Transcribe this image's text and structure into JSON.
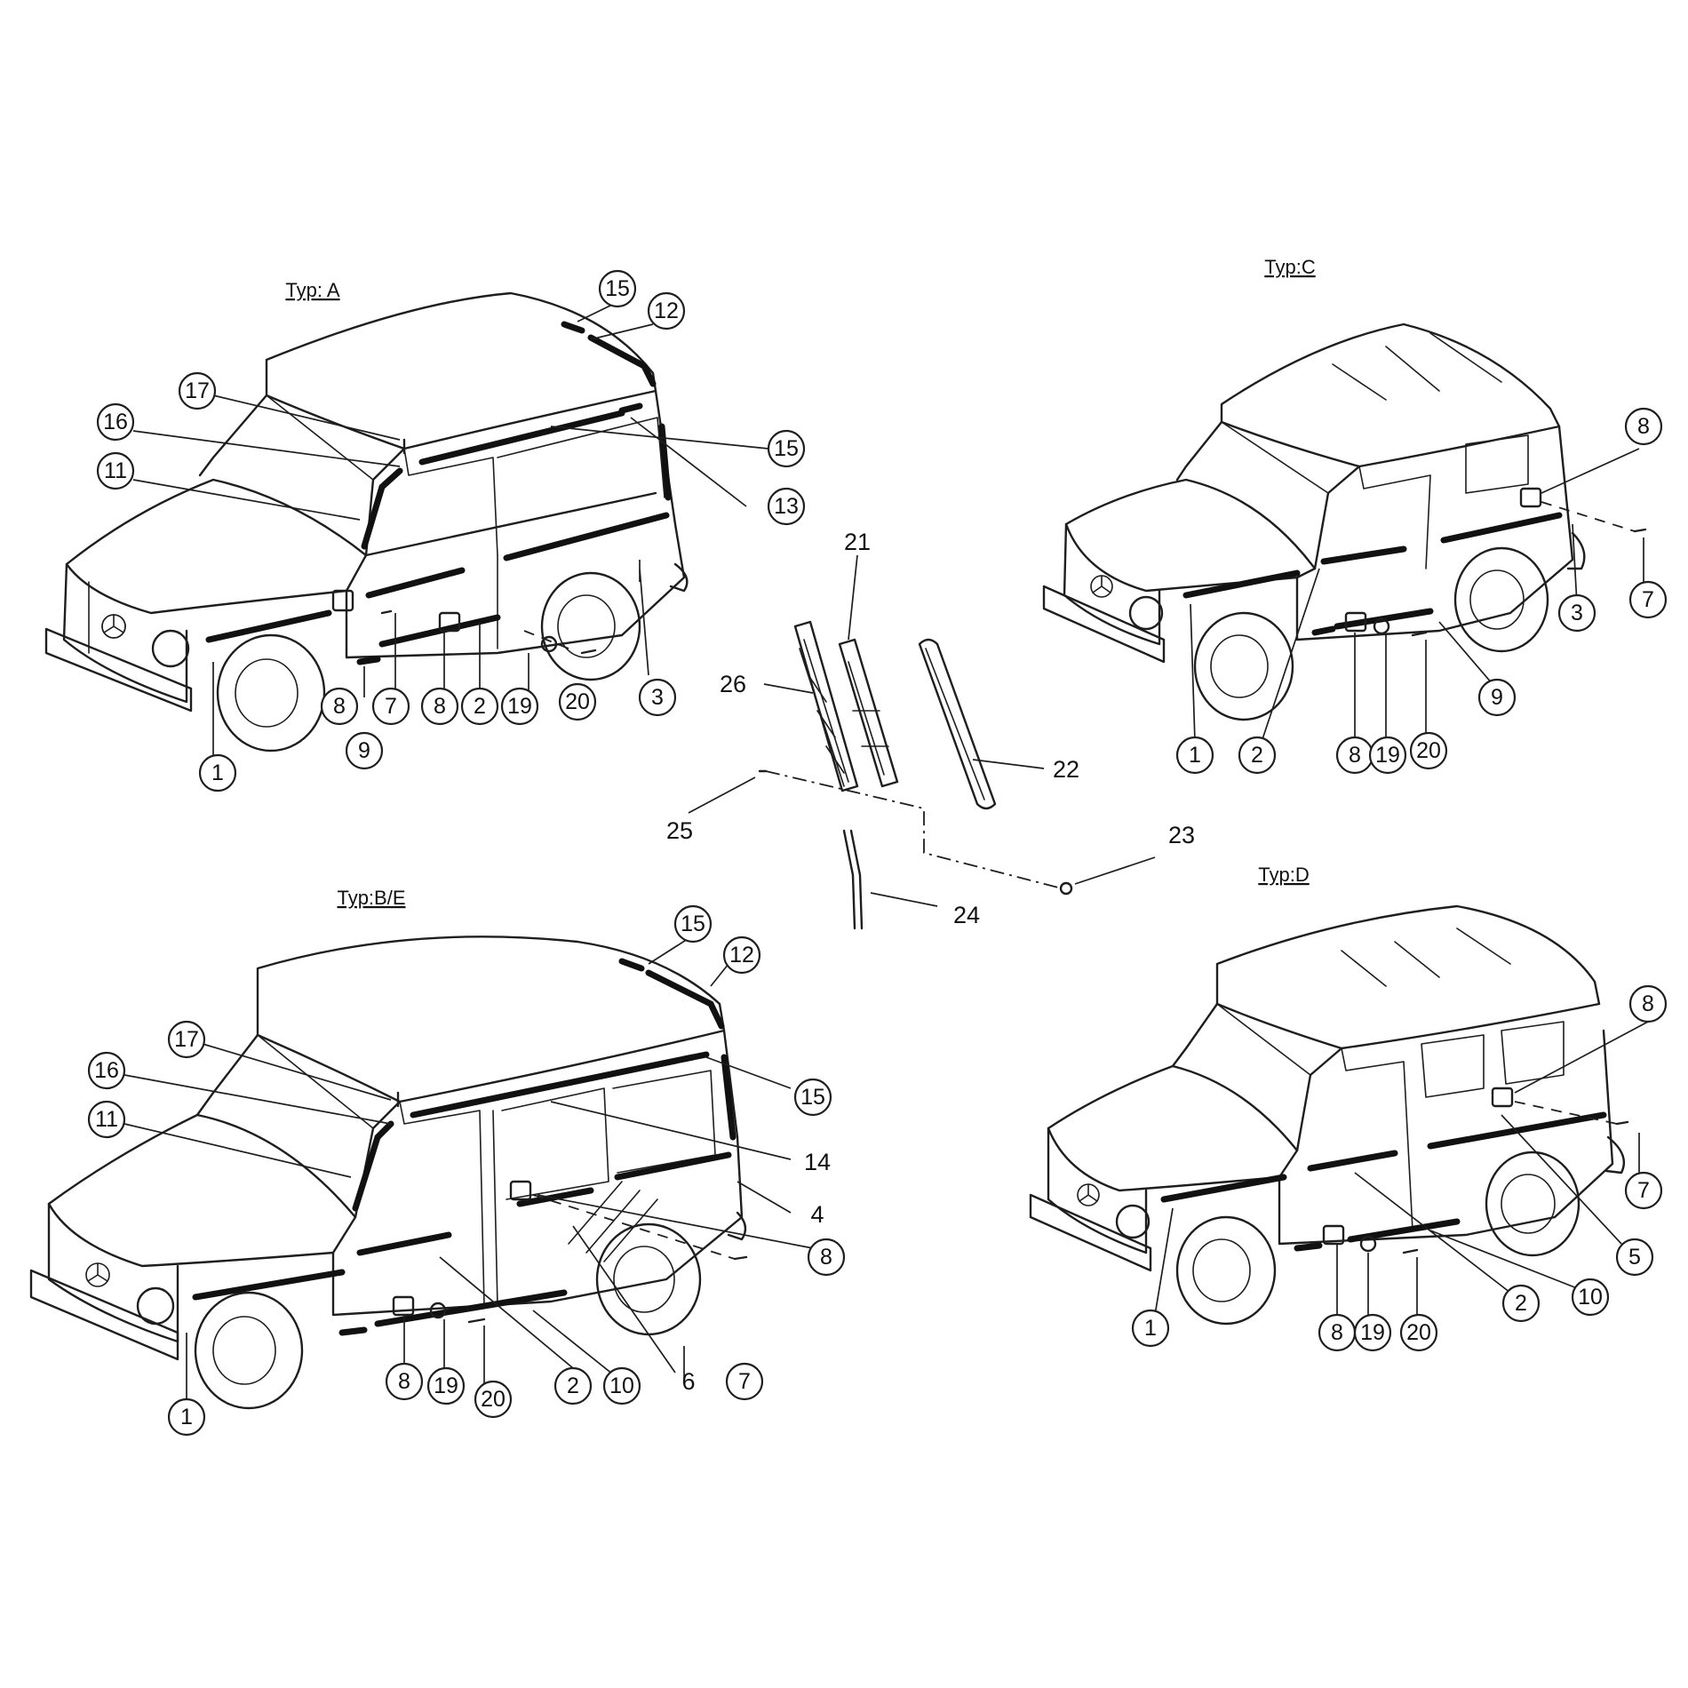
{
  "figures": {
    "type_a": {
      "label": "Typ: A"
    },
    "type_c": {
      "label": "Typ:C"
    },
    "type_be": {
      "label": "Typ:B/E"
    },
    "type_d": {
      "label": "Typ:D"
    }
  },
  "callouts": {
    "a": [
      "15",
      "12",
      "17",
      "16",
      "15",
      "11",
      "13",
      "8",
      "7",
      "8",
      "2",
      "19",
      "20",
      "3",
      "9",
      "1"
    ],
    "c": [
      "8",
      "3",
      "7",
      "1",
      "2",
      "8",
      "19",
      "20",
      "9"
    ],
    "be": [
      "15",
      "12",
      "17",
      "16",
      "11",
      "15",
      "14",
      "4",
      "8",
      "8",
      "19",
      "20",
      "2",
      "10",
      "6",
      "7",
      "1"
    ],
    "d": [
      "8",
      "1",
      "8",
      "19",
      "20",
      "2",
      "10",
      "5",
      "7"
    ]
  },
  "parts": {
    "labels": [
      "21",
      "26",
      "22",
      "25",
      "23",
      "24"
    ]
  }
}
